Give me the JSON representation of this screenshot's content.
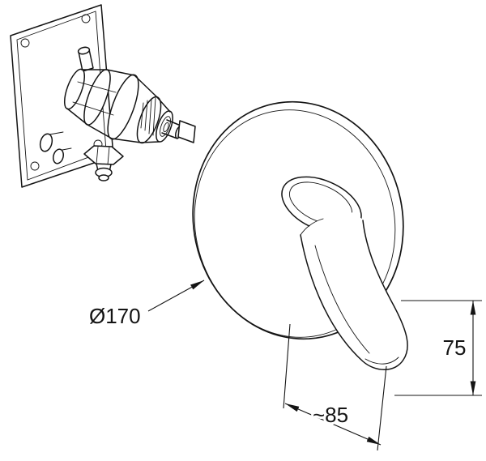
{
  "style": {
    "line_color": "#141414",
    "background": "#ffffff"
  },
  "dimensions": {
    "diameter_label": "Ø170",
    "height_label": "75",
    "width_label": "~85"
  }
}
